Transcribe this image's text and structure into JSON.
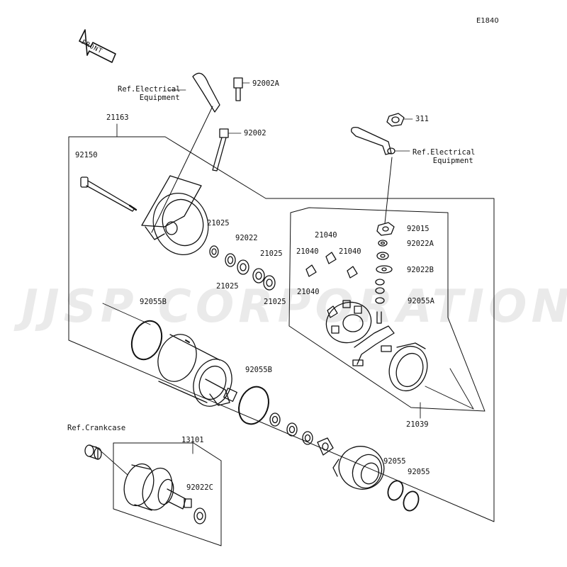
{
  "diagram_code": "E1840",
  "watermark": "JJSP CORPORATION",
  "front_arrow_label": "FRONT",
  "refs": {
    "electrical_left_line1": "Ref.Electrical",
    "electrical_left_line2": "Equipment",
    "electrical_right_line1": "Ref.Electrical",
    "electrical_right_line2": "Equipment",
    "crankcase": "Ref.Crankcase"
  },
  "parts": {
    "p92002A": "92002A",
    "p21163": "21163",
    "p92002": "92002",
    "p311": "311",
    "p92150": "92150",
    "p21025_a": "21025",
    "p92022": "92022",
    "p21025_b": "21025",
    "p21025_c": "21025",
    "p21025_d": "21025",
    "p21040_a": "21040",
    "p21040_b": "21040",
    "p21040_c": "21040",
    "p21040_d": "21040",
    "p92015": "92015",
    "p92022A": "92022A",
    "p92022B": "92022B",
    "p92055A": "92055A",
    "p92055B_a": "92055B",
    "p92055B_b": "92055B",
    "p21039": "21039",
    "p13101": "13101",
    "p92022C": "92022C",
    "p92055_a": "92055",
    "p92055_b": "92055"
  }
}
